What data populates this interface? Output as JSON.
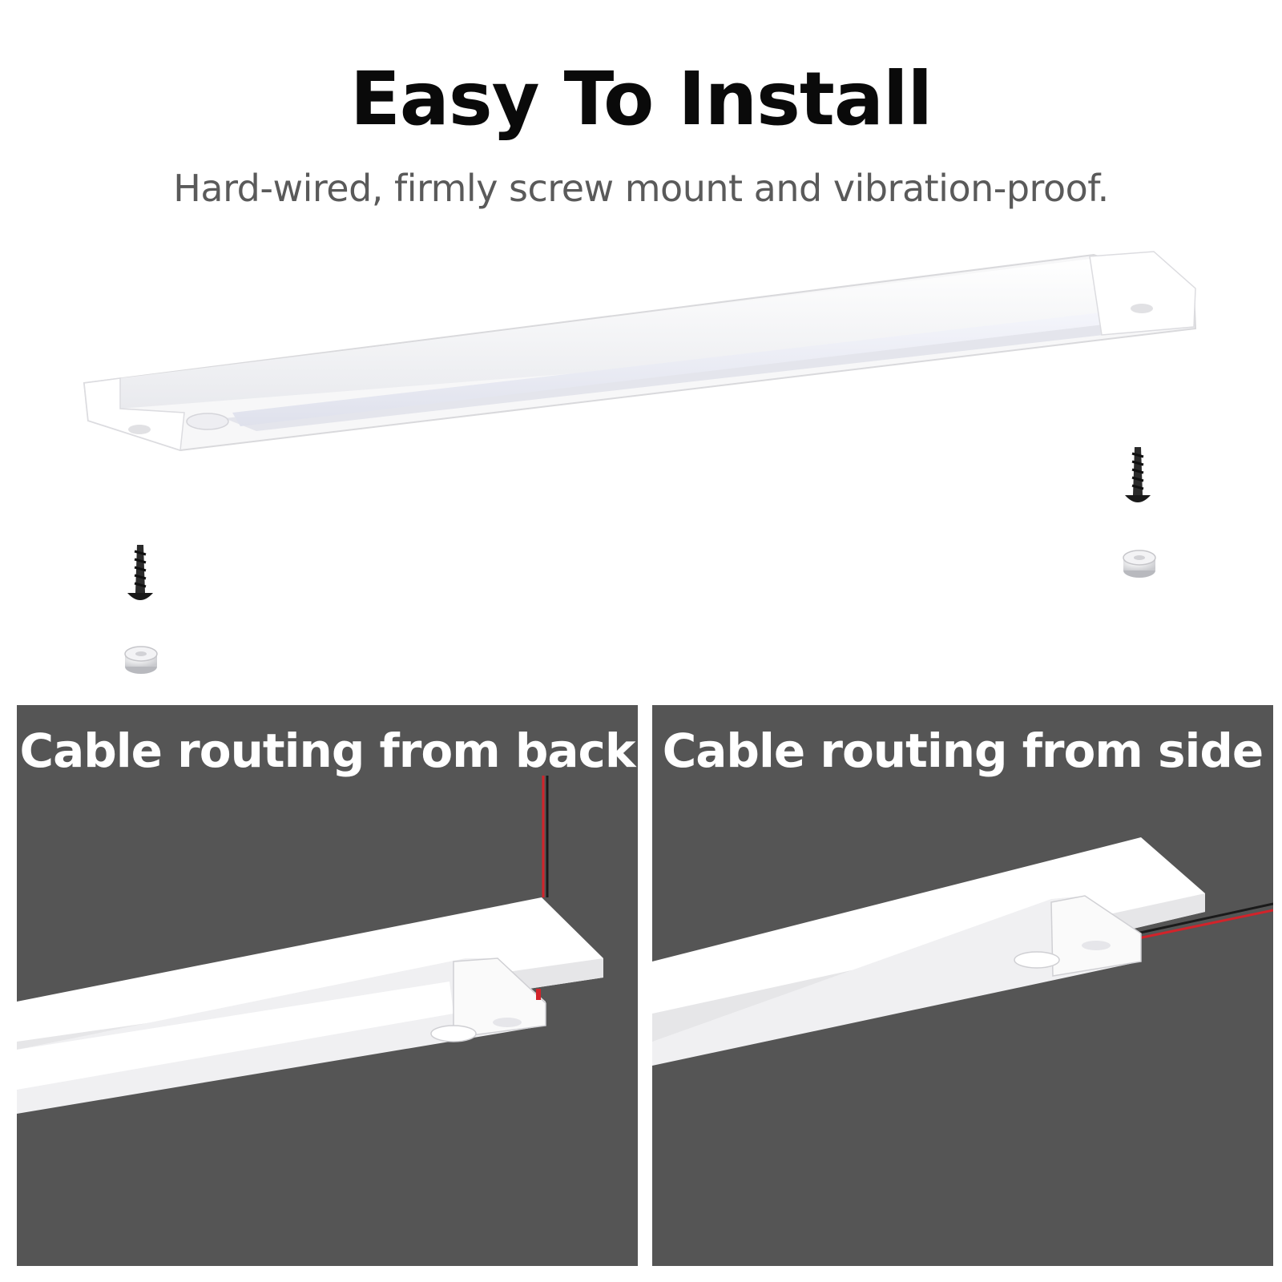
{
  "header": {
    "title": "Easy To Install",
    "subtitle": "Hard-wired, firmly screw mount and vibration-proof."
  },
  "hero": {
    "icons": [
      "light-bar-icon",
      "screw-icon",
      "anchor-plug-icon"
    ]
  },
  "panels": [
    {
      "title": "Cable routing from back",
      "icon": "light-bar-back-cable-icon"
    },
    {
      "title": "Cable routing from side",
      "icon": "light-bar-side-cable-icon"
    }
  ],
  "colors": {
    "panel_bg": "#555555",
    "title_text": "#0a0a0a",
    "subtitle_text": "#5a5a5a",
    "panel_title_text": "#ffffff",
    "cable_red": "#d2232a"
  }
}
